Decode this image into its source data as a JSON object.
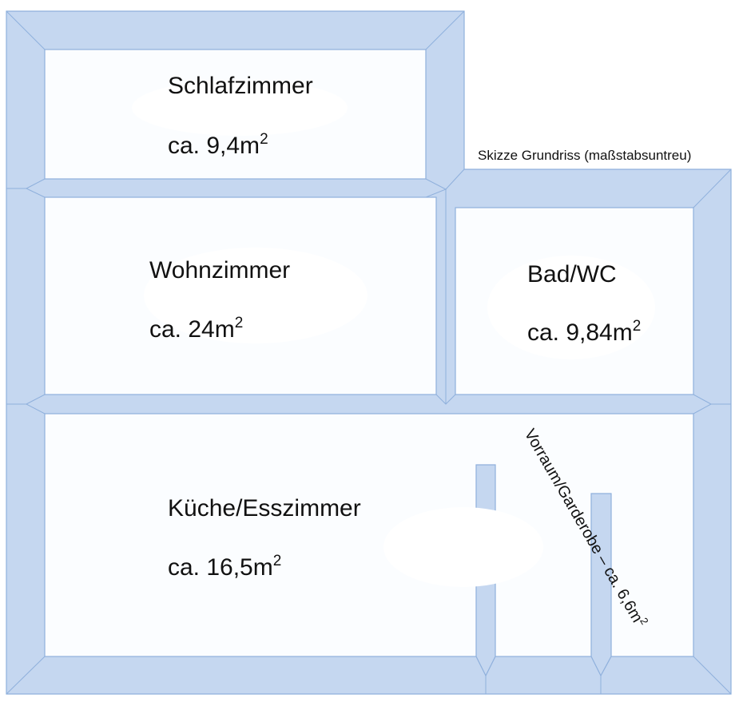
{
  "caption": "Skizze Grundriss (maßstabsuntreu)",
  "rooms": {
    "schlafzimmer": {
      "name": "Schlafzimmer",
      "area_prefix": "ca. 9,4m",
      "area_sup": "2"
    },
    "wohnzimmer": {
      "name": "Wohnzimmer",
      "area_prefix": "ca. 24m",
      "area_sup": "2"
    },
    "bad": {
      "name": "Bad/WC",
      "area_prefix": "ca. 9,84m",
      "area_sup": "2"
    },
    "kueche": {
      "name": "Küche/Esszimmer",
      "area_prefix": "ca. 16,5m",
      "area_sup": "2"
    },
    "vorraum": {
      "label_prefix": "Vorraum/Garderobe – ca. 6,6m",
      "label_sup": "2"
    }
  },
  "colors": {
    "wall_fill": "#c5d7f0",
    "wall_stroke": "#8fb0dc",
    "room_fill": "#fbfdff",
    "text": "#111111"
  }
}
